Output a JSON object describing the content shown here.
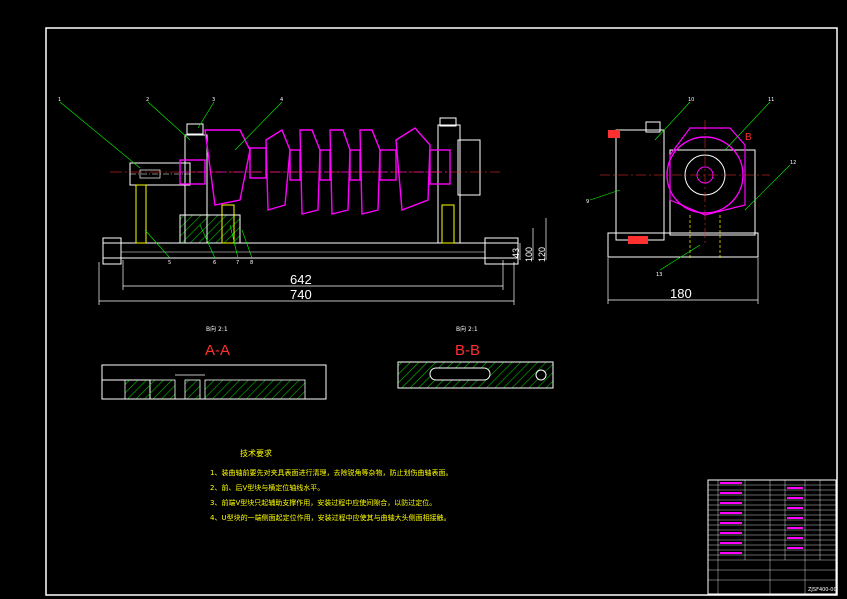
{
  "dimensions": {
    "d642": "642",
    "d740": "740",
    "d180": "180",
    "d43": "43",
    "d100": "100",
    "d120": "120"
  },
  "sections": {
    "aa_label": "A-A",
    "bb_label": "B-B",
    "aa_scale": "B向 2:1",
    "bb_scale": "B向 2:1",
    "b_marker": "B"
  },
  "notes": {
    "title": "技术要求",
    "items": [
      "1、装曲轴前要先对夹具表面进行清理，去除锐角等杂物，防止划伤曲轴表面。",
      "2、前、后V型块与横定位轴线水平。",
      "3、前端V型块只起辅助支撑作用，安装过程中应使间隙合，以防过定位。",
      "4、U型块的一端侧面起定位作用，安装过程中应使其与曲轴大头侧面相接触。"
    ]
  },
  "balloons": [
    "1",
    "2",
    "3",
    "4",
    "5",
    "6",
    "7",
    "8",
    "9",
    "10",
    "11",
    "12",
    "13"
  ],
  "title_block": {
    "drawing_no": "ZJSF400-00"
  },
  "colors": {
    "magenta": "#ff00ff",
    "hatch": "#00c000",
    "white": "#ffffff",
    "red": "#ff3030",
    "yellow": "#ffff00",
    "cyan": "#00ffff",
    "leader": "#00ff00"
  }
}
